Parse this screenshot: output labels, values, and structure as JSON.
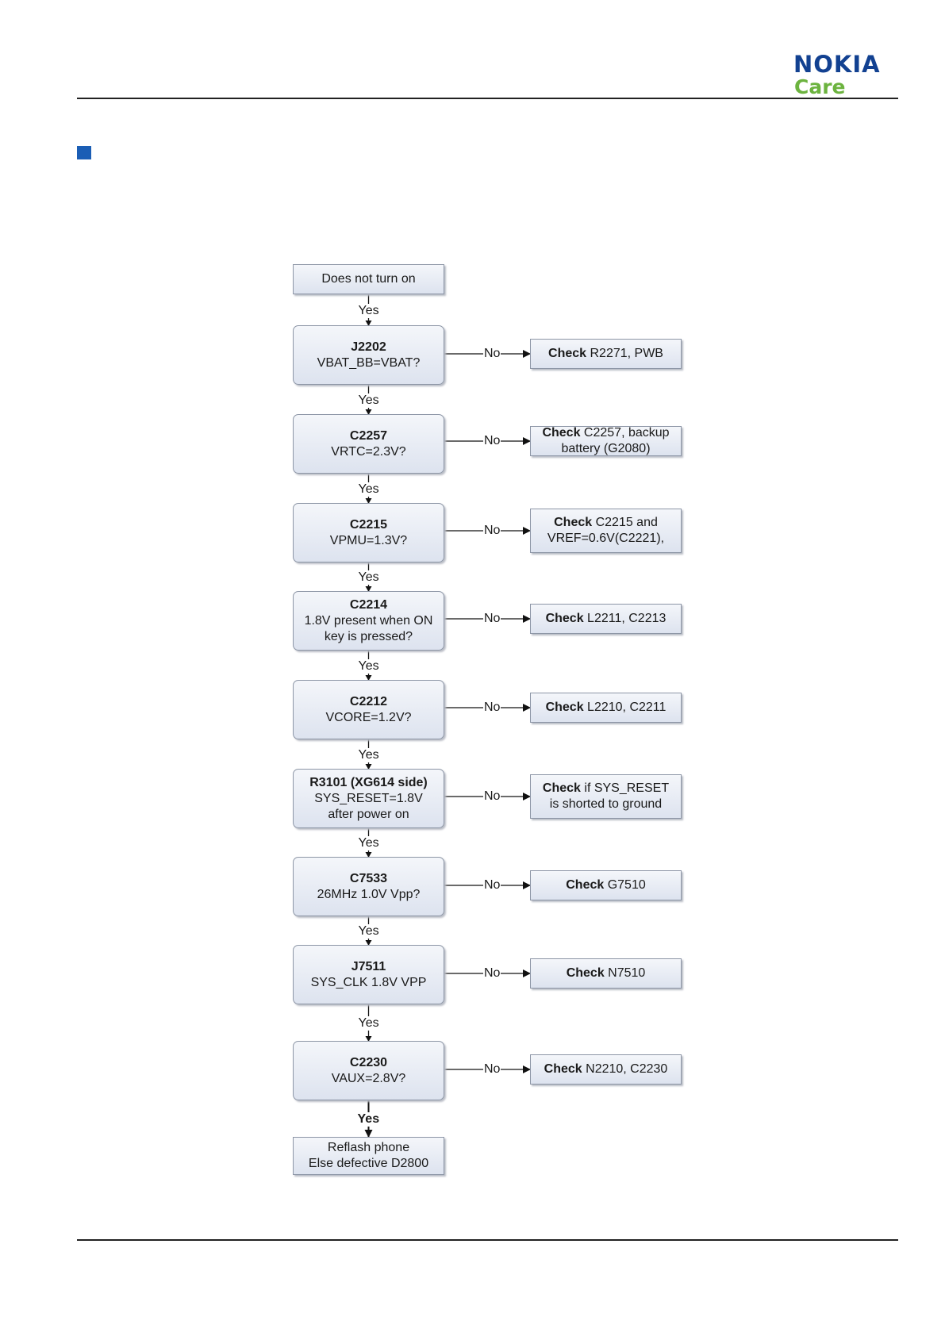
{
  "header": {
    "brand": "NOKIA",
    "sub_brand": "Care"
  },
  "flow": {
    "start": "Does not turn on",
    "yes_label": "Yes",
    "no_label": "No",
    "checks": [
      {
        "ref": "J2202",
        "lines": [
          "VBAT_BB=VBAT?"
        ],
        "fix_bold": "Check",
        "fix_lines": [
          " R2271, PWB"
        ]
      },
      {
        "ref": "C2257",
        "lines": [
          "VRTC=2.3V?"
        ],
        "fix_bold": "Check",
        "fix_lines": [
          " C2257, backup",
          "battery (G2080)"
        ]
      },
      {
        "ref": "C2215",
        "lines": [
          "VPMU=1.3V?"
        ],
        "fix_bold": "Check",
        "fix_lines": [
          " C2215 and",
          "VREF=0.6V(C2221),"
        ]
      },
      {
        "ref": "C2214",
        "lines": [
          "1.8V present when ON",
          "key is pressed?"
        ],
        "fix_bold": "Check",
        "fix_lines": [
          " L2211, C2213"
        ]
      },
      {
        "ref": "C2212",
        "lines": [
          "VCORE=1.2V?"
        ],
        "fix_bold": "Check",
        "fix_lines": [
          " L2210, C2211"
        ]
      },
      {
        "ref": "R3101 (XG614  side)",
        "lines": [
          "SYS_RESET=1.8V",
          "after power on"
        ],
        "fix_bold": "Check",
        "fix_lines": [
          " if SYS_RESET",
          "is shorted to ground"
        ]
      },
      {
        "ref": "C7533",
        "lines": [
          "26MHz 1.0V Vpp?"
        ],
        "fix_bold": "Check",
        "fix_lines": [
          " G7510"
        ]
      },
      {
        "ref": "J7511",
        "lines": [
          "SYS_CLK 1.8V VPP"
        ],
        "fix_bold": "Check",
        "fix_lines": [
          " N7510"
        ]
      },
      {
        "ref": "C2230",
        "lines": [
          "VAUX=2.8V?"
        ],
        "fix_bold": "Check",
        "fix_lines": [
          " N2210, C2230"
        ]
      }
    ],
    "end_lines": [
      "Reflash phone",
      "Else defective D2800"
    ]
  },
  "colors": {
    "brand": "#124191",
    "sub_brand": "#6cb33f",
    "bullet": "#1b5eb5",
    "box_border": "#8d96a6"
  }
}
